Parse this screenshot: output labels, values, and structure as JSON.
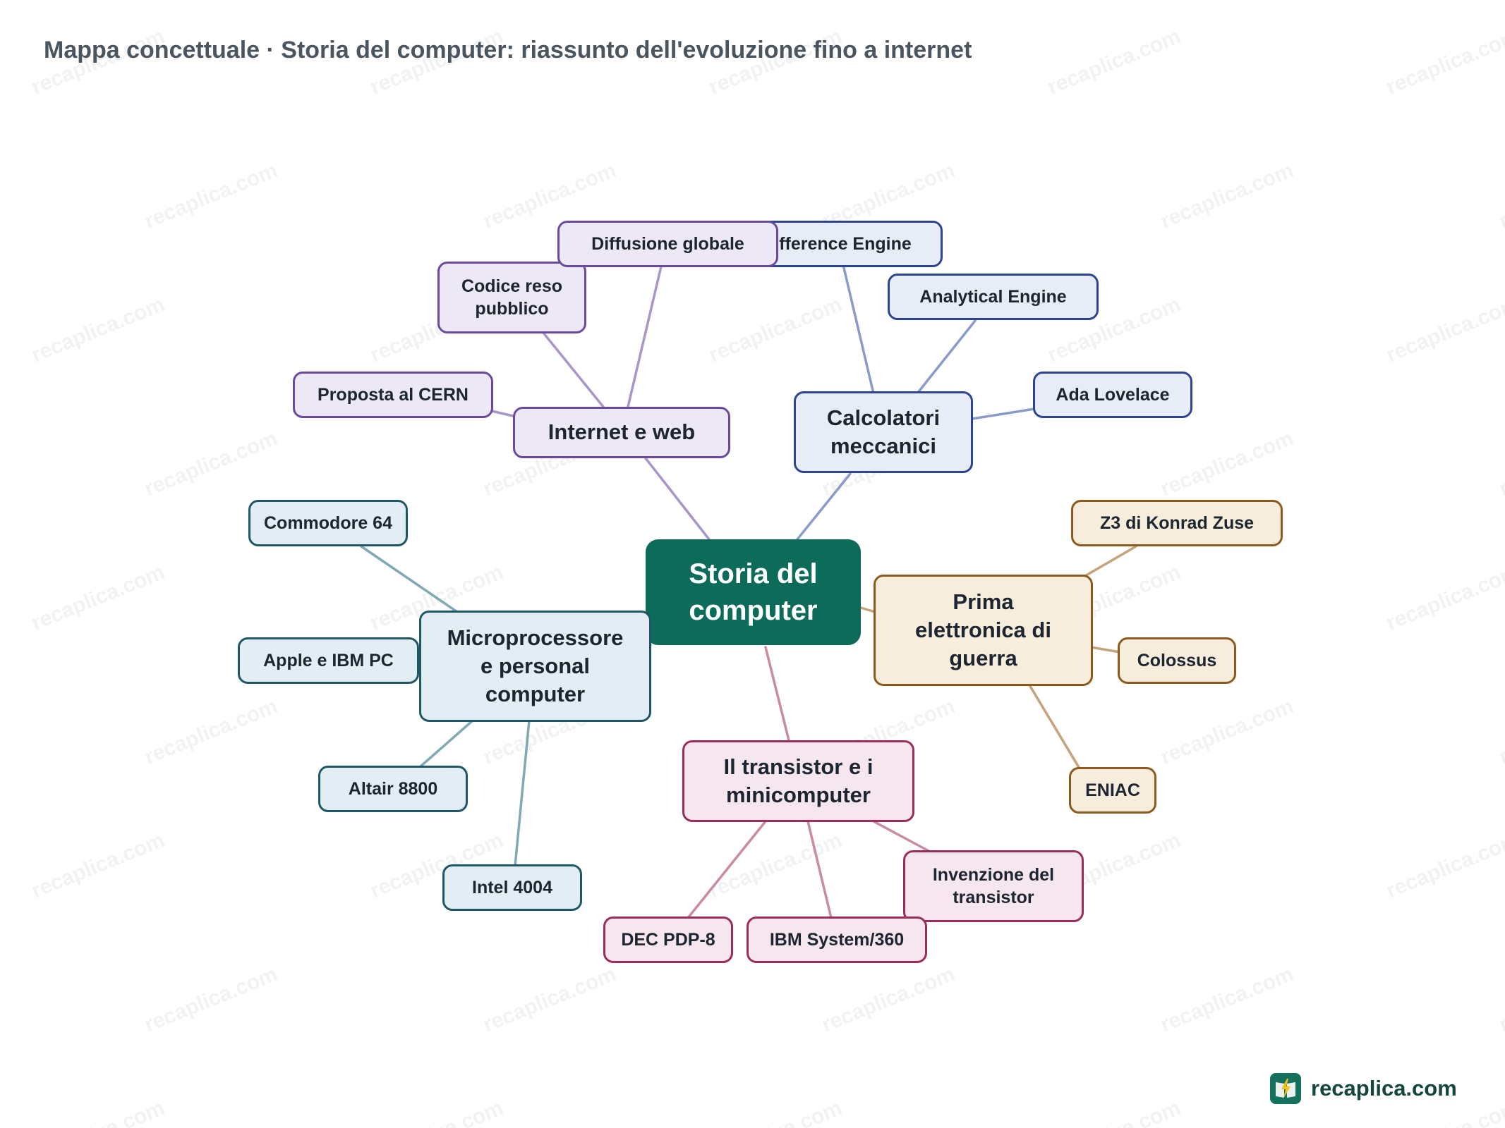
{
  "title": "Mappa concettuale · Storia del computer: riassunto dell'evoluzione fino a internet",
  "watermark_text": "recaplica.com",
  "brand": {
    "name": "recaplica.com",
    "icon": "book-lightning-icon",
    "color": "#15705c"
  },
  "colors": {
    "root": "#0d6b59",
    "internet": "#6a4a9f",
    "calcolatori": "#2d4590",
    "elettronica": "#8c5a1c",
    "microprocessore": "#1f5766",
    "transistor": "#9a2d5b"
  },
  "root": {
    "label": "Storia del computer"
  },
  "branches": {
    "internet": {
      "label": "Internet e web",
      "leaves": {
        "proposta": "Proposta al CERN",
        "codice": "Codice reso pubblico",
        "diffusione": "Diffusione globale"
      }
    },
    "calcolatori": {
      "label": "Calcolatori meccanici",
      "leaves": {
        "difference": "Difference Engine",
        "analytical": "Analytical Engine",
        "ada": "Ada Lovelace"
      }
    },
    "elettronica": {
      "label": "Prima elettronica di guerra",
      "leaves": {
        "z3": "Z3 di Konrad Zuse",
        "colossus": "Colossus",
        "eniac": "ENIAC"
      }
    },
    "microprocessore": {
      "label": "Microprocessore e personal computer",
      "leaves": {
        "commodore": "Commodore 64",
        "apple": "Apple e IBM PC",
        "altair": "Altair 8800",
        "intel": "Intel 4004"
      }
    },
    "transistor": {
      "label": "Il transistor e i minicomputer",
      "leaves": {
        "dec": "DEC PDP-8",
        "ibm": "IBM System/360",
        "invenzione": "Invenzione del transistor"
      }
    }
  }
}
